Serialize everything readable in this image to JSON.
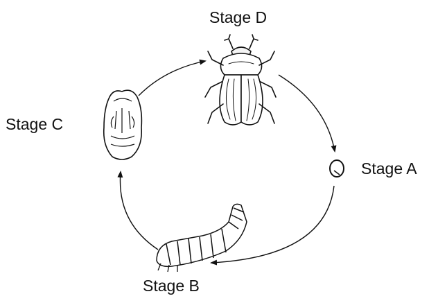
{
  "stages": {
    "d": "Stage D",
    "a": "Stage A",
    "b": "Stage B",
    "c": "Stage C"
  },
  "icons": {
    "d": "adult-beetle-icon",
    "a": "egg-icon",
    "b": "larva-icon",
    "c": "pupa-icon"
  },
  "colors": {
    "ink": "#111111",
    "background": "#ffffff"
  }
}
